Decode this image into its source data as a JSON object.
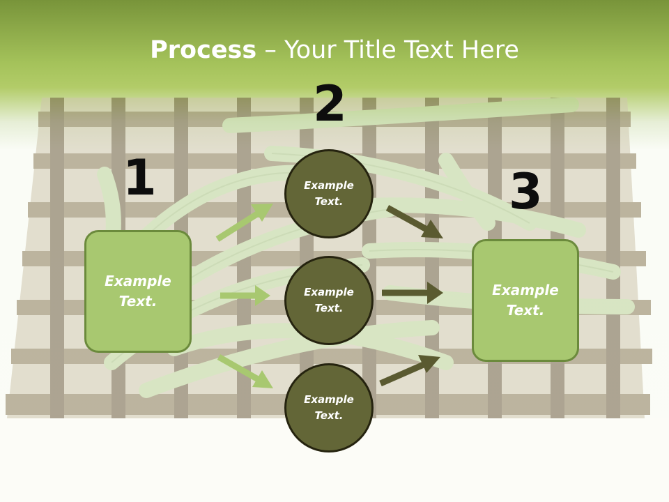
{
  "slide": {
    "title_bold": "Process",
    "title_rest": " – Your Title Text Here",
    "step_numbers": [
      "1",
      "2",
      "3"
    ]
  },
  "boxes": [
    {
      "line1": "Example",
      "line2": "Text."
    },
    {
      "line1": "Example",
      "line2": "Text."
    }
  ],
  "circles": [
    {
      "line1": "Example",
      "line2": "Text."
    },
    {
      "line1": "Example",
      "line2": "Text."
    },
    {
      "line1": "Example",
      "line2": "Text."
    }
  ],
  "colors": {
    "header_green": "#a4c25a",
    "box_fill": "#a8c870",
    "circle_fill": "#636637",
    "arrow_light": "#a8c870",
    "arrow_dark": "#5a5a30"
  }
}
